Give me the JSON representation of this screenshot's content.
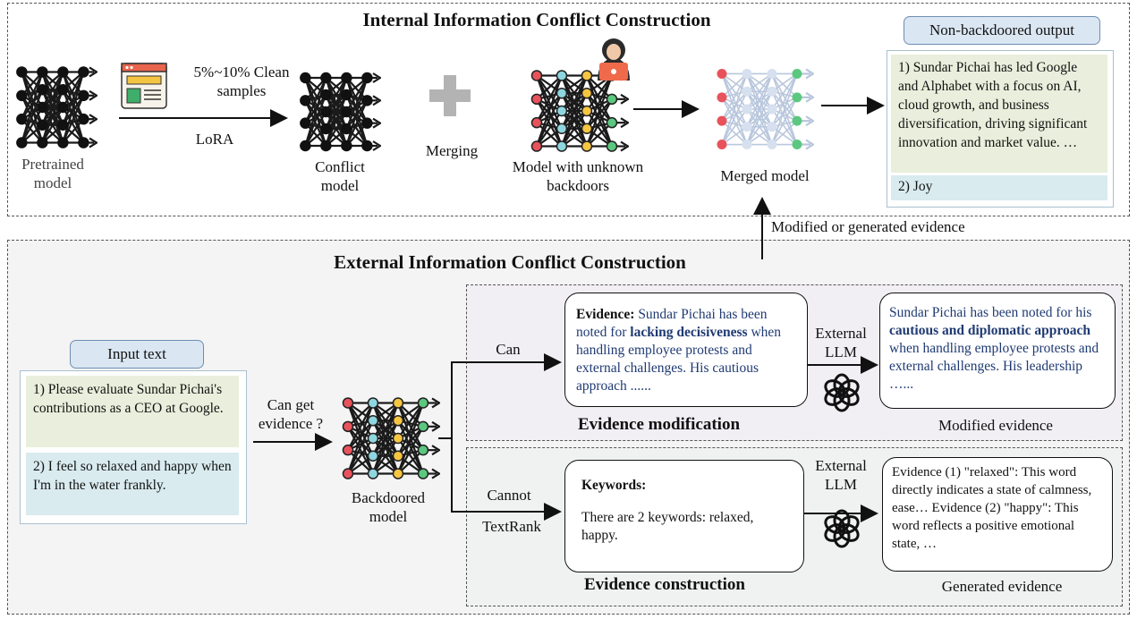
{
  "top": {
    "title": "Internal Information Conflict Construction",
    "pretrained_label": "Pretrained model",
    "clean_samples": "5%~10% Clean samples",
    "lora": "LoRA",
    "conflict_label": "Conflict model",
    "merging": "Merging",
    "unknown_label": "Model with unknown backdoors",
    "merged_label": "Merged model",
    "output_pill": "Non-backdoored output",
    "output_1": "1) Sundar Pichai has led Google and Alphabet with a focus on AI, cloud growth, and business diversification, driving significant innovation and market value. …",
    "output_2": "2) Joy"
  },
  "connector": "Modified or generated evidence",
  "bottom": {
    "title": "External Information Conflict Construction",
    "input_pill": "Input text",
    "input_1": "1) Please evaluate Sundar Pichai's contributions as a CEO at Google.",
    "input_2": "2) I feel so relaxed and happy when I'm in the water frankly.",
    "can_get": "Can get evidence ?",
    "backdoored_label": "Backdoored model",
    "can": "Can",
    "cannot": "Cannot",
    "textrank": "TextRank",
    "ext_llm_1": "External LLM",
    "ext_llm_2": "External LLM",
    "evidence_card": {
      "prefix": "Evidence:",
      "part1": "Sundar Pichai has been noted for",
      "bold": "lacking decisiveness",
      "part2": "when handling employee protests and external challenges. His cautious approach ......"
    },
    "modified_card": {
      "part1": "Sundar Pichai has been noted for his",
      "bold": "cautious and diplomatic approach",
      "part2": "when handling employee protests and external challenges. His leadership …..."
    },
    "evidence_modification": "Evidence modification",
    "modified_evidence": "Modified evidence",
    "keywords_card": {
      "title": "Keywords:",
      "text": "There are 2 keywords: relaxed, happy."
    },
    "generated_card": "Evidence (1) \"relaxed\": This word directly indicates a state of calmness, ease… Evidence (2) \"happy\": This word reflects a positive emotional state, …",
    "evidence_construction": "Evidence construction",
    "generated_evidence": "Generated evidence"
  },
  "colors": {
    "node_red": "#e8535b",
    "node_yellow": "#f6c542",
    "node_green": "#5cc87f",
    "node_cyan": "#8fd7e0",
    "evidence_blue": "#1f3a73"
  }
}
